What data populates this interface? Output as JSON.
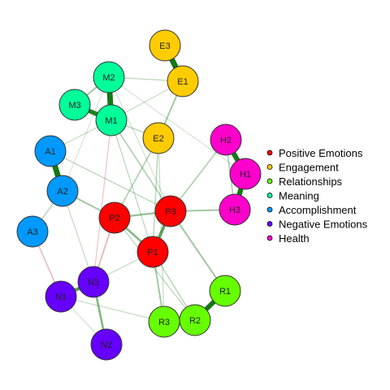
{
  "groups": [
    {
      "id": "P",
      "name": "Positive Emotions",
      "color": "#ff0000"
    },
    {
      "id": "E",
      "name": "Engagement",
      "color": "#ffcc00"
    },
    {
      "id": "R",
      "name": "Relationships",
      "color": "#66ff00"
    },
    {
      "id": "M",
      "name": "Meaning",
      "color": "#00ff99"
    },
    {
      "id": "A",
      "name": "Accomplishment",
      "color": "#0099ff"
    },
    {
      "id": "N",
      "name": "Negative Emotions",
      "color": "#6600ff"
    },
    {
      "id": "H",
      "name": "Health",
      "color": "#ff00cc"
    }
  ],
  "nodes": [
    {
      "id": "E3",
      "label": "E3",
      "group": "E"
    },
    {
      "id": "E1",
      "label": "E1",
      "group": "E"
    },
    {
      "id": "E2",
      "label": "E2",
      "group": "E"
    },
    {
      "id": "M2",
      "label": "M2",
      "group": "M"
    },
    {
      "id": "M3",
      "label": "M3",
      "group": "M"
    },
    {
      "id": "M1",
      "label": "M1",
      "group": "M"
    },
    {
      "id": "A1",
      "label": "A1",
      "group": "A"
    },
    {
      "id": "A2",
      "label": "A2",
      "group": "A"
    },
    {
      "id": "A3",
      "label": "A3",
      "group": "A"
    },
    {
      "id": "H2",
      "label": "H2",
      "group": "H"
    },
    {
      "id": "H1",
      "label": "H1",
      "group": "H"
    },
    {
      "id": "H3",
      "label": "H3",
      "group": "H"
    },
    {
      "id": "P2",
      "label": "P2",
      "group": "P"
    },
    {
      "id": "P3",
      "label": "P3",
      "group": "P"
    },
    {
      "id": "P1",
      "label": "P1",
      "group": "P"
    },
    {
      "id": "N3",
      "label": "N3",
      "group": "N"
    },
    {
      "id": "N1",
      "label": "N1",
      "group": "N"
    },
    {
      "id": "N2",
      "label": "N2",
      "group": "N"
    },
    {
      "id": "R1",
      "label": "R1",
      "group": "R"
    },
    {
      "id": "R2",
      "label": "R2",
      "group": "R"
    },
    {
      "id": "R3",
      "label": "R3",
      "group": "R"
    }
  ],
  "edges": [
    {
      "from": "E3",
      "to": "E1",
      "weight": 0.9,
      "sign": "pos"
    },
    {
      "from": "M2",
      "to": "M1",
      "weight": 0.9,
      "sign": "pos"
    },
    {
      "from": "M3",
      "to": "M1",
      "weight": 0.7,
      "sign": "pos"
    },
    {
      "from": "M3",
      "to": "M2",
      "weight": 0.2,
      "sign": "pos"
    },
    {
      "from": "A1",
      "to": "A2",
      "weight": 0.9,
      "sign": "pos"
    },
    {
      "from": "H2",
      "to": "H1",
      "weight": 0.8,
      "sign": "pos"
    },
    {
      "from": "H1",
      "to": "H3",
      "weight": 0.8,
      "sign": "pos"
    },
    {
      "from": "H2",
      "to": "H3",
      "weight": 0.15,
      "sign": "pos"
    },
    {
      "from": "P2",
      "to": "P3",
      "weight": 0.25,
      "sign": "pos"
    },
    {
      "from": "P3",
      "to": "P1",
      "weight": 0.45,
      "sign": "pos"
    },
    {
      "from": "P2",
      "to": "P1",
      "weight": 0.3,
      "sign": "pos"
    },
    {
      "from": "R1",
      "to": "R2",
      "weight": 0.75,
      "sign": "pos"
    },
    {
      "from": "R2",
      "to": "R3",
      "weight": 0.5,
      "sign": "pos"
    },
    {
      "from": "N3",
      "to": "N1",
      "weight": 0.5,
      "sign": "pos"
    },
    {
      "from": "N3",
      "to": "N2",
      "weight": 0.3,
      "sign": "pos"
    },
    {
      "from": "E1",
      "to": "E2",
      "weight": 0.2,
      "sign": "pos"
    },
    {
      "from": "E1",
      "to": "M2",
      "weight": 0.1,
      "sign": "pos"
    },
    {
      "from": "E1",
      "to": "M1",
      "weight": 0.08,
      "sign": "pos"
    },
    {
      "from": "M1",
      "to": "E2",
      "weight": 0.12,
      "sign": "pos"
    },
    {
      "from": "M1",
      "to": "P3",
      "weight": 0.15,
      "sign": "pos"
    },
    {
      "from": "M1",
      "to": "P1",
      "weight": 0.1,
      "sign": "pos"
    },
    {
      "from": "M1",
      "to": "A1",
      "weight": 0.08,
      "sign": "pos"
    },
    {
      "from": "M2",
      "to": "P3",
      "weight": 0.06,
      "sign": "pos"
    },
    {
      "from": "M2",
      "to": "A2",
      "weight": 0.05,
      "sign": "pos"
    },
    {
      "from": "E2",
      "to": "P2",
      "weight": 0.15,
      "sign": "pos"
    },
    {
      "from": "E2",
      "to": "P1",
      "weight": 0.12,
      "sign": "pos"
    },
    {
      "from": "E2",
      "to": "R3",
      "weight": 0.08,
      "sign": "pos"
    },
    {
      "from": "A1",
      "to": "P3",
      "weight": 0.1,
      "sign": "pos"
    },
    {
      "from": "A2",
      "to": "P2",
      "weight": 0.2,
      "sign": "pos"
    },
    {
      "from": "A2",
      "to": "A3",
      "weight": 0.12,
      "sign": "pos"
    },
    {
      "from": "A3",
      "to": "N1",
      "weight": 0.15,
      "sign": "neg"
    },
    {
      "from": "P2",
      "to": "N3",
      "weight": 0.18,
      "sign": "neg"
    },
    {
      "from": "M1",
      "to": "N3",
      "weight": 0.1,
      "sign": "neg"
    },
    {
      "from": "A2",
      "to": "N3",
      "weight": 0.08,
      "sign": "pos"
    },
    {
      "from": "P3",
      "to": "H2",
      "weight": 0.15,
      "sign": "pos"
    },
    {
      "from": "P3",
      "to": "H3",
      "weight": 0.2,
      "sign": "pos"
    },
    {
      "from": "P3",
      "to": "R1",
      "weight": 0.2,
      "sign": "pos"
    },
    {
      "from": "P1",
      "to": "R3",
      "weight": 0.2,
      "sign": "pos"
    },
    {
      "from": "P1",
      "to": "R2",
      "weight": 0.12,
      "sign": "pos"
    },
    {
      "from": "P2",
      "to": "R2",
      "weight": 0.1,
      "sign": "pos"
    },
    {
      "from": "N1",
      "to": "R3",
      "weight": 0.08,
      "sign": "pos"
    },
    {
      "from": "N2",
      "to": "N1",
      "weight": 0.06,
      "sign": "pos"
    },
    {
      "from": "M2",
      "to": "H1",
      "weight": 0.05,
      "sign": "pos"
    },
    {
      "from": "P1",
      "to": "N3",
      "weight": 0.08,
      "sign": "pos"
    }
  ]
}
